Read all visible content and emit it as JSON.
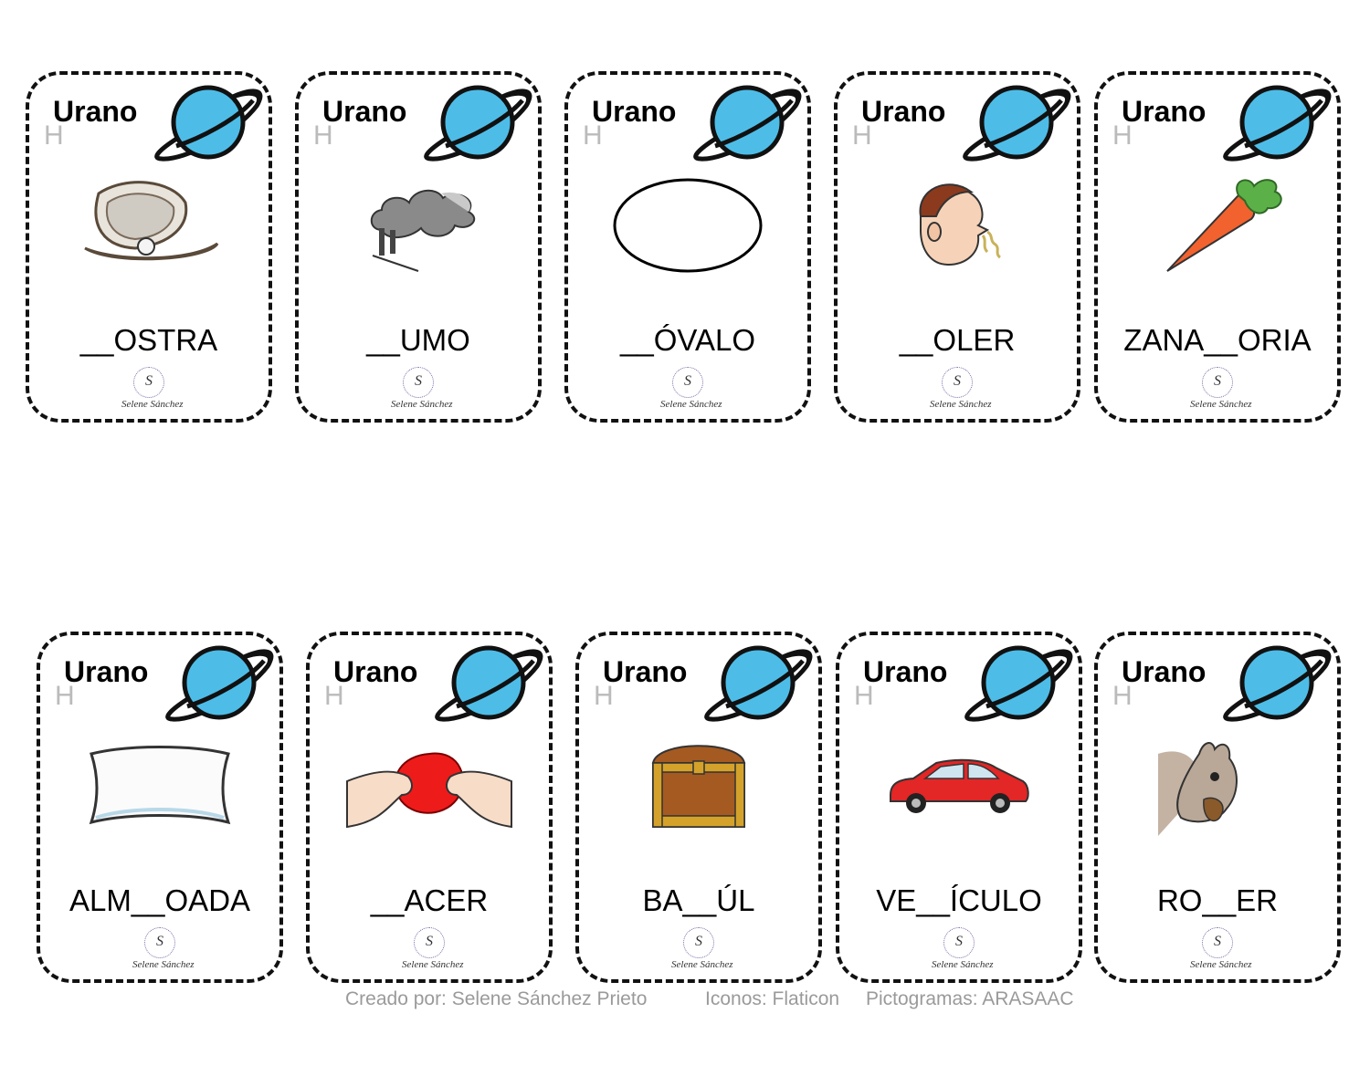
{
  "cards": [
    {
      "title": "Urano",
      "letter": "H",
      "word": "__OSTRA",
      "picture": "oyster-icon"
    },
    {
      "title": "Urano",
      "letter": "H",
      "word": "__UMO",
      "picture": "smoke-icon"
    },
    {
      "title": "Urano",
      "letter": "H",
      "word": "__ÓVALO",
      "picture": "oval-icon"
    },
    {
      "title": "Urano",
      "letter": "H",
      "word": "__OLER",
      "picture": "smelling-boy-icon"
    },
    {
      "title": "Urano",
      "letter": "H",
      "word": "ZANA__ORIA",
      "picture": "carrot-icon"
    },
    {
      "title": "Urano",
      "letter": "H",
      "word": "ALM__OADA",
      "picture": "pillow-icon"
    },
    {
      "title": "Urano",
      "letter": "H",
      "word": "__ACER",
      "picture": "hands-kneading-icon"
    },
    {
      "title": "Urano",
      "letter": "H",
      "word": "BA__ÚL",
      "picture": "chest-icon"
    },
    {
      "title": "Urano",
      "letter": "H",
      "word": "VE__ÍCULO",
      "picture": "car-icon"
    },
    {
      "title": "Urano",
      "letter": "H",
      "word": "RO__ER",
      "picture": "squirrel-icon"
    }
  ],
  "logo": {
    "initial": "S",
    "signature": "Selene Sánchez"
  },
  "footer": {
    "created_by": "Creado por: Selene Sánchez Prieto",
    "icons": "Iconos: Flaticon",
    "pictograms": "Pictogramas: ARASAAC"
  },
  "colors": {
    "planet": "#4dbde8",
    "border": "#111111",
    "letter": "#bbbbbb",
    "footer": "#9a9a9a"
  }
}
